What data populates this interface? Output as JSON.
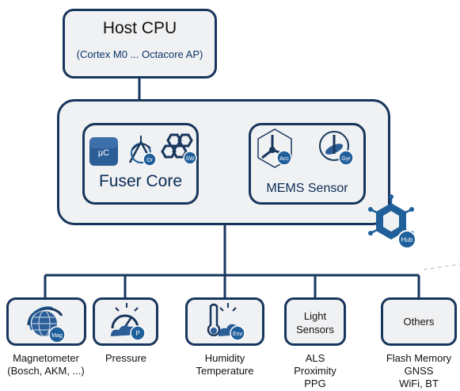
{
  "host": {
    "title": "Host CPU",
    "subtitle": "(Cortex M0 ... Octacore AP)"
  },
  "fuser": {
    "label": "Fuser Core",
    "uc_label": "µC",
    "orientation_badge": "Or",
    "software_badge": "SW"
  },
  "mems": {
    "label": "MEMS Sensor",
    "acc_badge": "Acc",
    "gyr_badge": "Gyr"
  },
  "hub_badge": "Hub",
  "devices": {
    "magnetometer": {
      "badge": "Mag",
      "caption_1": "Magnetometer",
      "caption_2": "(Bosch, AKM, ...)"
    },
    "pressure": {
      "badge": "P",
      "caption_1": "Pressure"
    },
    "humidity": {
      "badge": "Env",
      "caption_1": "Humidity",
      "caption_2": "Temperature"
    },
    "light": {
      "label_1": "Light",
      "label_2": "Sensors",
      "caption_1": "ALS",
      "caption_2": "Proximity",
      "caption_3": "PPG"
    },
    "others": {
      "label": "Others",
      "caption_1": "Flash Memory",
      "caption_2": "GNSS",
      "caption_3": "WiFi, BT"
    }
  },
  "colors": {
    "border": "#17365d",
    "box_fill": "#f0f1f3",
    "icon_blue": "#1f5f9a",
    "icon_dark": "#17365d"
  }
}
